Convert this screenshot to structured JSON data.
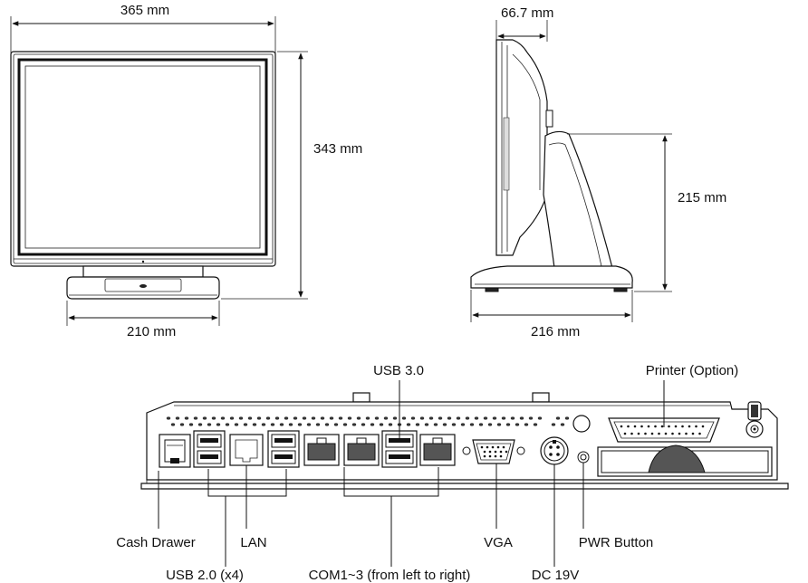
{
  "front_view": {
    "width_label": "365 mm",
    "height_label": "343 mm",
    "stand_width_label": "210 mm"
  },
  "side_view": {
    "depth_label": "66.7 mm",
    "stand_height_label": "215 mm",
    "stand_depth_label": "216 mm"
  },
  "io_panel": {
    "labels": {
      "usb3": "USB 3.0",
      "printer": "Printer (Option)",
      "cash_drawer": "Cash Drawer",
      "lan": "LAN",
      "vga": "VGA",
      "pwr_button": "PWR Button",
      "usb2": "USB 2.0 (x4)",
      "com": "COM1~3 (from left to right)",
      "dc": "DC 19V"
    }
  }
}
